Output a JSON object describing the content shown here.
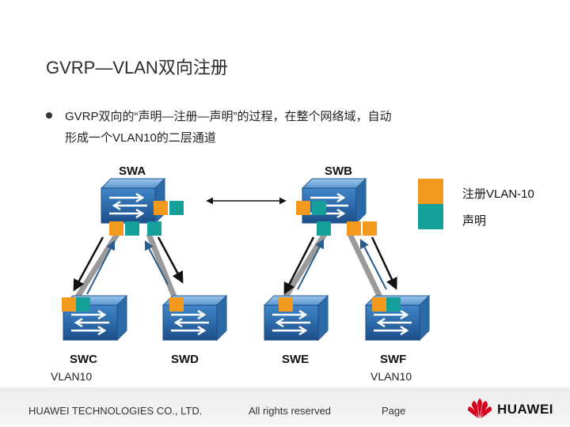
{
  "title": "GVRP—VLAN双向注册",
  "bullet": {
    "line1": "GVRP双向的“声明—注册—声明”的过程，在整个网络域，自动",
    "line2": "形成一个VLAN10的二层通道"
  },
  "switches": {
    "swa": "SWA",
    "swb": "SWB",
    "swc": "SWC",
    "swd": "SWD",
    "swe": "SWE",
    "swf": "SWF"
  },
  "vlan_labels": {
    "swc": "VLAN10",
    "swf": "VLAN10"
  },
  "legend": {
    "register": {
      "label": "注册VLAN-10",
      "color": "#f39a1e"
    },
    "declare": {
      "label": "声明",
      "color": "#16a09a"
    }
  },
  "footer": {
    "company": "HUAWEI TECHNOLOGIES CO., LTD.",
    "rights": "All rights reserved",
    "page": "Page",
    "logo_text": "HUAWEI"
  }
}
